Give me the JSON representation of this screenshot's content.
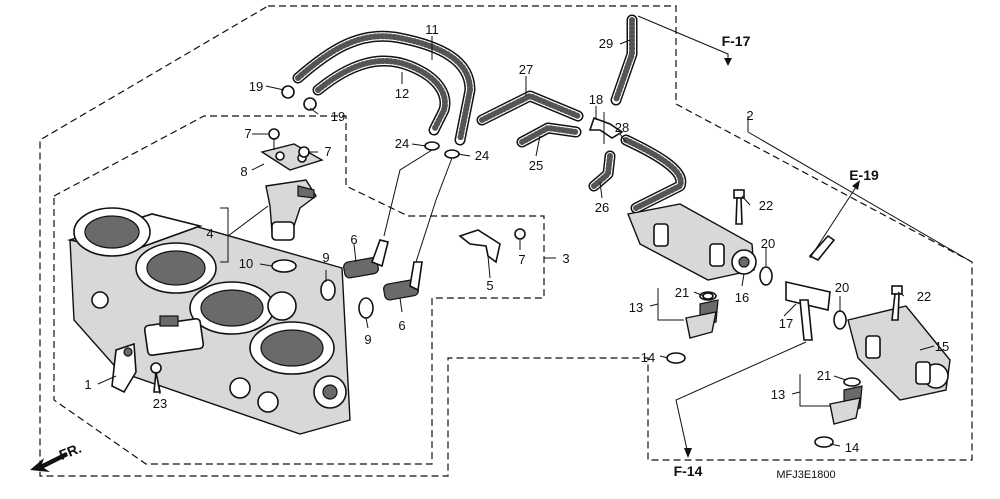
{
  "diagram_code": "MFJ3E1800",
  "references": {
    "f17": "F-17",
    "e19": "E-19",
    "f14": "F-14",
    "fr": "FR."
  },
  "callouts": {
    "c1": "1",
    "c2": "2",
    "c3": "3",
    "c4": "4",
    "c5": "5",
    "c6a": "6",
    "c6b": "6",
    "c7a": "7",
    "c7b": "7",
    "c7c": "7",
    "c8": "8",
    "c9a": "9",
    "c9b": "9",
    "c10": "10",
    "c11": "11",
    "c12": "12",
    "c13a": "13",
    "c13b": "13",
    "c14a": "14",
    "c14b": "14",
    "c15": "15",
    "c16": "16",
    "c17": "17",
    "c18": "18",
    "c19a": "19",
    "c19b": "19",
    "c20a": "20",
    "c20b": "20",
    "c21a": "21",
    "c21b": "21",
    "c22a": "22",
    "c22b": "22",
    "c23": "23",
    "c24a": "24",
    "c24b": "24",
    "c25": "25",
    "c26": "26",
    "c27": "27",
    "c28": "28",
    "c29": "29"
  }
}
